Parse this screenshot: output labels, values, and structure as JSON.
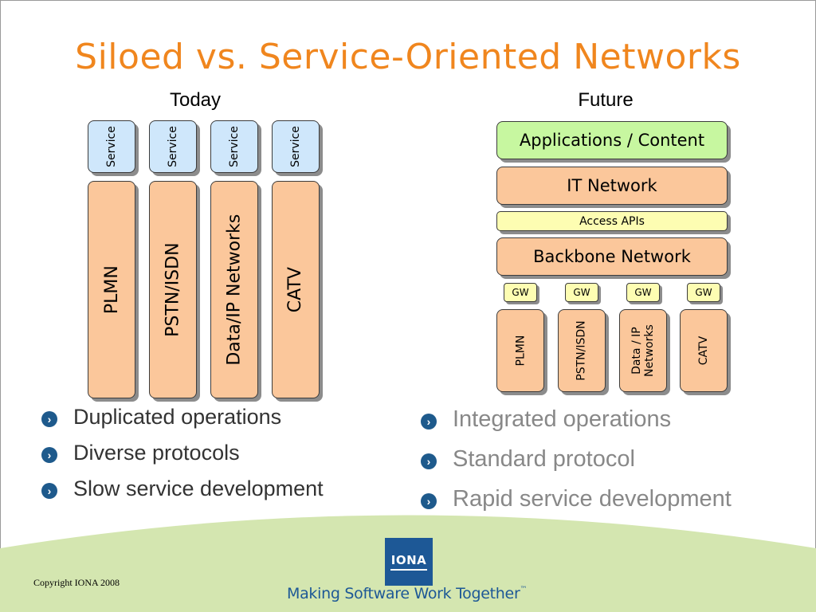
{
  "title": "Siloed vs. Service-Oriented Networks",
  "today": {
    "heading": "Today",
    "services": [
      "Service",
      "Service",
      "Service",
      "Service"
    ],
    "networks": [
      "PLMN",
      "PSTN/ISDN",
      "Data/IP Networks",
      "CATV"
    ],
    "bullets": [
      "Duplicated operations",
      "Diverse protocols",
      "Slow service development"
    ]
  },
  "future": {
    "heading": "Future",
    "applications": "Applications / Content",
    "it_network": "IT Network",
    "access_apis": "Access APIs",
    "backbone": "Backbone Network",
    "gateways": [
      "GW",
      "GW",
      "GW",
      "GW"
    ],
    "networks": [
      "PLMN",
      "PSTN/ISDN",
      "Data / IP\nNetworks",
      "CATV"
    ],
    "bullets": [
      "Integrated operations",
      "Standard protocol",
      "Rapid service development"
    ]
  },
  "footer": {
    "copyright": "Copyright IONA 2008",
    "logo": "IONA",
    "tagline": "Making Software Work Together",
    "trademark": "™"
  },
  "colors": {
    "title": "#f0861e",
    "service": "#cfe7fb",
    "network": "#fbc79b",
    "applications": "#c7f7a0",
    "gateway": "#fdfdb2",
    "bullet": "#1e5a8c",
    "footer_band": "#d4e6b0",
    "logo": "#1d5896"
  }
}
